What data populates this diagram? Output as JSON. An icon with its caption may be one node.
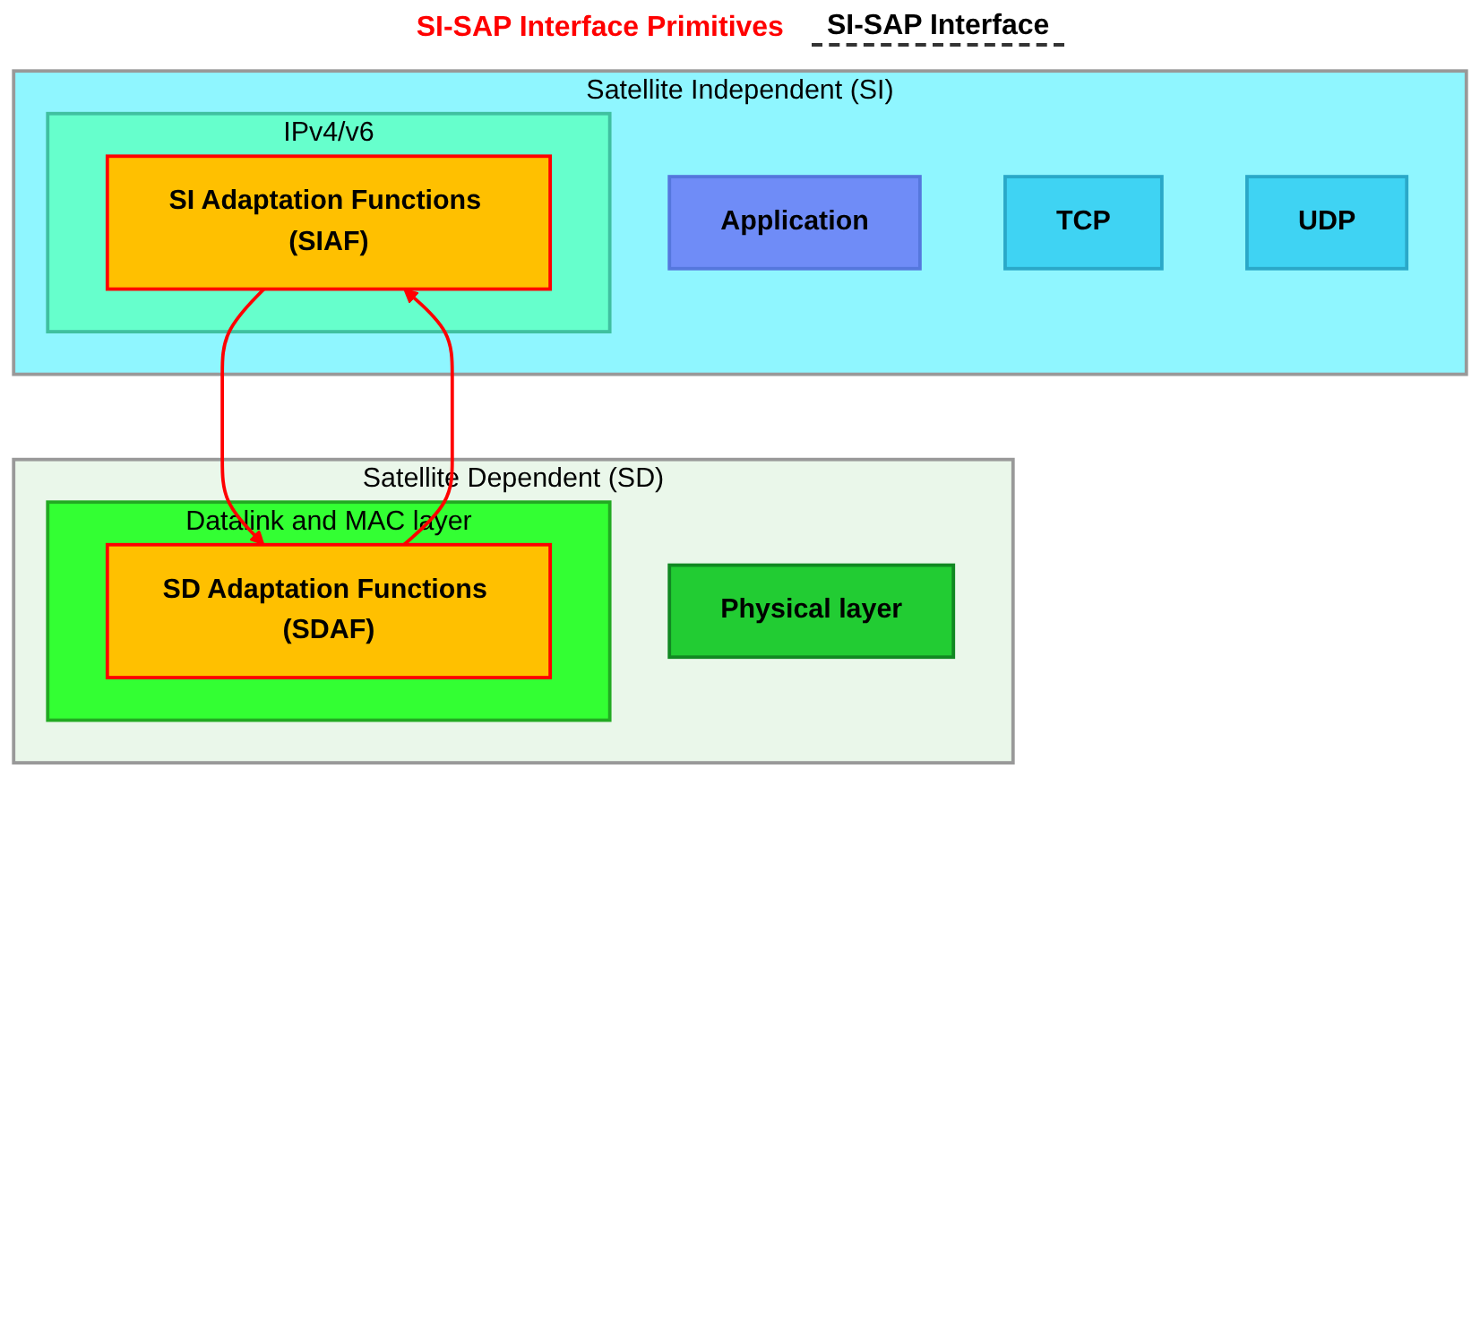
{
  "diagram": {
    "nodes": [
      {
        "text": [
          "Satellite Independent (SI)"
        ]
      },
      {
        "text": [
          "Application"
        ],
        "in": 0
      },
      {
        "text": [
          "TCP"
        ],
        "in": 0
      },
      {
        "text": [
          "UDP"
        ],
        "in": 0
      },
      {
        "text": [
          "IPv4/v6"
        ],
        "in": 0
      },
      {
        "text": [
          "SI Adaptation Functions (SIAF)"
        ],
        "in": 4
      },
      {
        "text": [
          "Satellite Dependent (SD)"
        ]
      },
      {
        "text": [
          "Datalink and MAC layer"
        ],
        "in": 6
      },
      {
        "text": [
          "SD Adaptation Functions (SDAF)"
        ],
        "in": 7
      },
      {
        "text": [
          "Physical layer"
        ],
        "in": 6
      }
    ],
    "edges": [
      {
        "from": 5,
        "to": 8,
        "arrow": "to",
        "color": "#ff0000"
      },
      {
        "from": 8,
        "to": 5,
        "arrow": "to",
        "color": "#ff0000"
      }
    ],
    "labels": [
      "SI-SAP Interface Primitives",
      "SI-SAP Interface"
    ]
  }
}
